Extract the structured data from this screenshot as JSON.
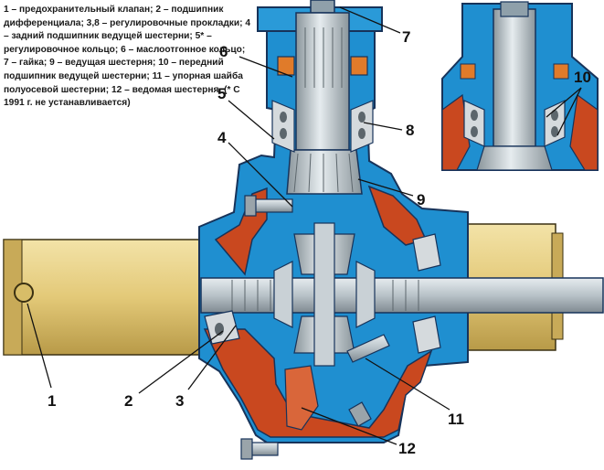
{
  "caption": "1 – предохранительный клапан; 2 – подшипник дифференциала; 3,8 – регулировочные прокладки; 4 – задний подшипник ведущей шестерни; 5* – регулировочное кольцо; 6 – маслоотгонное кольцо; 7 – гайка; 9 – ведущая шестерня; 10 – передний подшипник ведущей шестерни; 11 – упорная шайба полуосевой шестерни; 12 – ведомая шестерня. (* С 1991 г. не устанавливается)",
  "callouts": {
    "c1": "1",
    "c2": "2",
    "c3": "3",
    "c4": "4",
    "c5": "5",
    "c6": "6",
    "c7": "7",
    "c8": "8",
    "c9": "9",
    "c10": "10",
    "c11": "11",
    "c12": "12"
  },
  "colors": {
    "housing_blue": "#1f8fd0",
    "housing_dark": "#17335a",
    "cast_orange": "#c9481f",
    "tube_yellow": "#e3c978",
    "shaft_grey": "#b8c2c8",
    "bearing_orange": "#e07b2a"
  }
}
